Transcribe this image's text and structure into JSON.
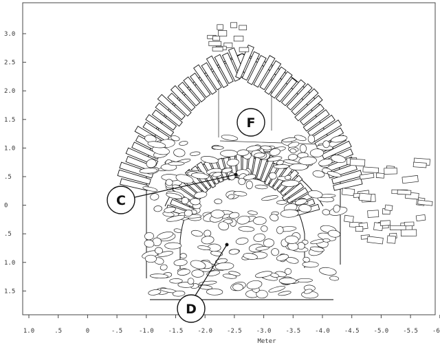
{
  "figure": {
    "x_axis": {
      "label": "Meter",
      "tick_labels": [
        "1.0",
        ".5",
        "0",
        "-.5",
        "-1.0",
        "-1.5",
        "-2.0",
        "-2.5",
        "-3.0",
        "-3.5",
        "-4.0",
        "-4.5",
        "-5.0",
        "-5.5",
        "-6.0"
      ]
    },
    "y_axis": {
      "tick_labels": [
        "3.0",
        "2.5",
        "2.0",
        "1.5",
        "1.0",
        ".5",
        "0",
        ".5",
        "1.0",
        "1.5"
      ]
    },
    "callouts": [
      {
        "id": "F",
        "label": "F"
      },
      {
        "id": "C",
        "label": "C"
      },
      {
        "id": "D",
        "label": "D"
      }
    ]
  }
}
